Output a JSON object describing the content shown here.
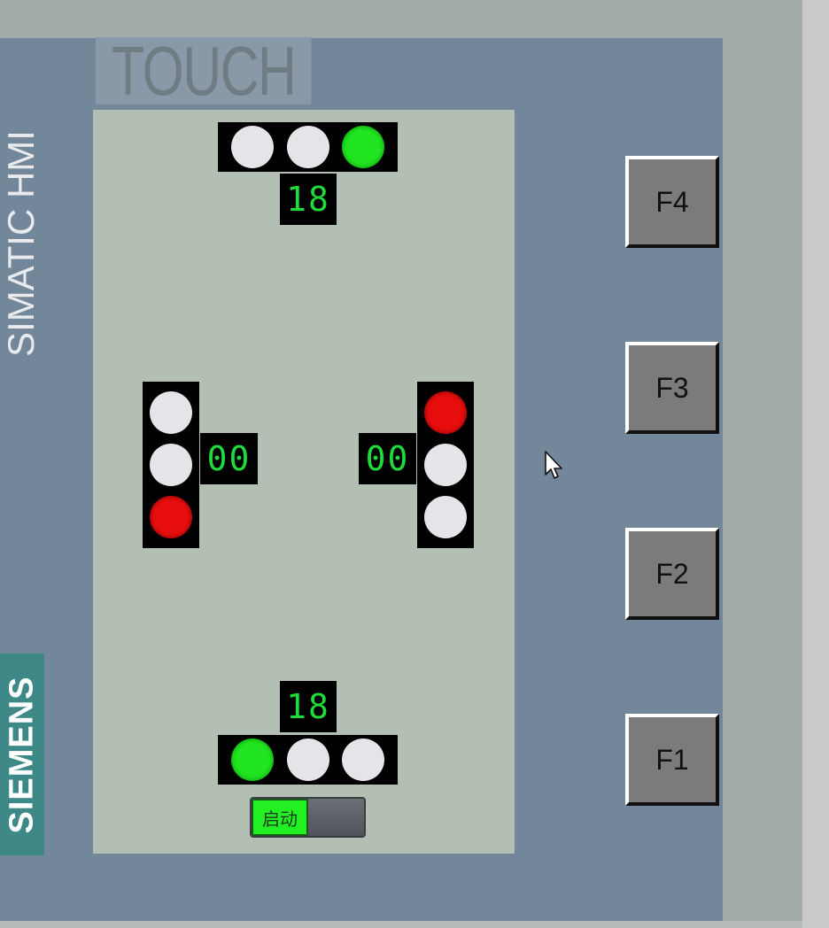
{
  "device": {
    "brand_text": "SIMATIC HMI",
    "maker": "SIEMENS",
    "touch_label": "TOUCH"
  },
  "screen": {
    "north": {
      "lamps": [
        "white",
        "white",
        "green"
      ],
      "timer": "18"
    },
    "west": {
      "lamps": [
        "white",
        "white",
        "red"
      ],
      "timer": "00"
    },
    "east": {
      "lamps": [
        "red",
        "white",
        "white"
      ],
      "timer": "00"
    },
    "south": {
      "lamps": [
        "green",
        "white",
        "white"
      ],
      "timer": "18"
    },
    "start_switch": {
      "label": "启动",
      "state": "on"
    }
  },
  "function_keys": [
    {
      "id": "F4",
      "label": "F4"
    },
    {
      "id": "F3",
      "label": "F3"
    },
    {
      "id": "F2",
      "label": "F2"
    },
    {
      "id": "F1",
      "label": "F1"
    }
  ],
  "colors": {
    "panel": "#73879a",
    "screen": "#b4bfb4",
    "lamp_green": "#22e522",
    "lamp_red": "#e80e0e",
    "lamp_off": "#e5e5e9",
    "segment_green": "#1fdc3a",
    "siemens_teal": "#3f8888"
  }
}
